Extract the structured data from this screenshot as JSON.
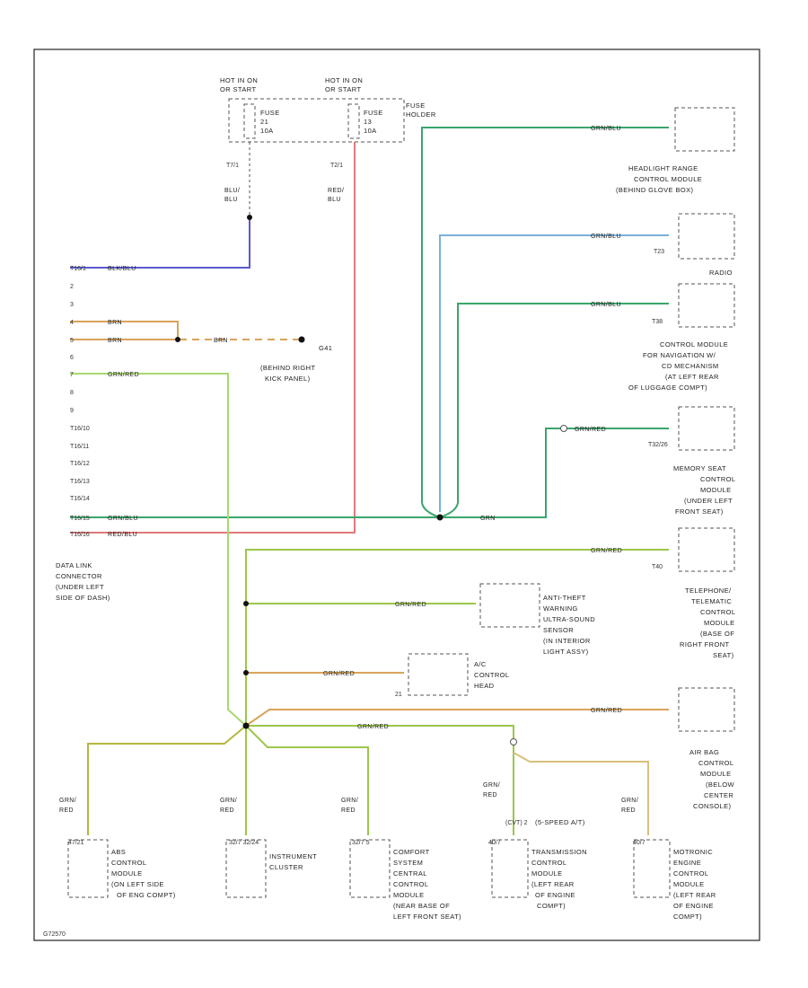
{
  "fuse_labels": {
    "hot_a": [
      "HOT IN ON",
      "OR START"
    ],
    "hot_b": [
      "HOT IN ON",
      "OR START"
    ],
    "fuse_a": [
      "FUSE",
      "21",
      "10A"
    ],
    "fuse_b": [
      "FUSE",
      "13",
      "10A"
    ],
    "fuse_holder": [
      "FUSE",
      "HOLDER"
    ],
    "pin_a": "T7/1",
    "pin_b": "T2/1",
    "wire_a": [
      "BLU/",
      "BLU"
    ],
    "wire_b": [
      "RED/",
      "BLU"
    ]
  },
  "dlc": {
    "pins": [
      "T16/1",
      "2",
      "3",
      "4",
      "5",
      "6",
      "7",
      "8",
      "9",
      "T16/10",
      "T16/11",
      "T16/12",
      "T16/13",
      "T16/14",
      "T16/15",
      "T16/16"
    ],
    "wires": {
      "p1": "BLK/BLU",
      "p4": "BRN",
      "p5": "BRN",
      "p7": "GRN/RED",
      "p15": "GRN/BLU",
      "p16": "RED/BLU"
    },
    "label": [
      "DATA LINK",
      "CONNECTOR",
      "(UNDER LEFT",
      "SIDE OF DASH)"
    ]
  },
  "ground": {
    "wire": "BRN",
    "name": [
      "G41",
      "(BEHIND RIGHT",
      "KICK PANEL)"
    ]
  },
  "modules": {
    "headlight": {
      "wire": "GRN/BLU",
      "label": [
        "HEADLIGHT RANGE",
        "CONTROL MODULE",
        "(BEHIND GLOVE BOX)"
      ]
    },
    "radio": {
      "wire": "GRN/BLU",
      "pin": "T23",
      "label": [
        "RADIO"
      ]
    },
    "navigation": {
      "wire": "GRN/BLU",
      "pin": "T38",
      "label": [
        "CONTROL MODULE",
        "FOR NAVIGATION W/",
        "CD MECHANISM",
        "(AT LEFT REAR",
        "OF LUGGAGE COMPT)"
      ]
    },
    "memory_seat": {
      "wire": "GRN/RED",
      "wire2": "GRN",
      "pin": "T32/26",
      "label": [
        "MEMORY SEAT",
        "CONTROL",
        "MODULE",
        "(UNDER LEFT",
        "FRONT SEAT)"
      ]
    },
    "telephone": {
      "wire": "GRN/RED",
      "pin": "T40",
      "label": [
        "TELEPHONE/",
        "TELEMATIC",
        "CONTROL",
        "MODULE",
        "(BASE OF",
        "RIGHT FRONT",
        "SEAT)"
      ]
    },
    "antitheft": {
      "wire": "GRN/RED",
      "label": [
        "ANTI-THEFT",
        "WARNING",
        "ULTRA-SOUND",
        "SENSOR",
        "(IN INTERIOR",
        "LIGHT ASSY)"
      ]
    },
    "ac": {
      "wire": "GRN/RED",
      "pin": "21",
      "label": [
        "A/C",
        "CONTROL",
        "HEAD"
      ]
    },
    "airbag": {
      "wire": "GRN/RED",
      "label": [
        "AIR BAG",
        "CONTROL",
        "MODULE",
        "(BELOW",
        "CENTER",
        "CONSOLE)"
      ]
    },
    "trunk_wire": "GRN/RED",
    "abs": {
      "wire": [
        "GRN/",
        "RED"
      ],
      "pin": "47/21",
      "label": [
        "ABS",
        "CONTROL",
        "MODULE",
        "(ON LEFT SIDE",
        "OF ENG COMPT)"
      ]
    },
    "cluster": {
      "wire": [
        "GRN/",
        "RED"
      ],
      "pin": "32/7 32/24",
      "label": [
        "INSTRUMENT",
        "CLUSTER"
      ]
    },
    "comfort": {
      "wire": [
        "GRN/",
        "RED"
      ],
      "pin": "32/7 5",
      "label": [
        "COMFORT",
        "SYSTEM",
        "CENTRAL",
        "CONTROL",
        "MODULE",
        "(NEAR BASE OF",
        "LEFT FRONT SEAT)"
      ]
    },
    "transmission": {
      "wire": [
        "GRN/",
        "RED"
      ],
      "pin": "(CVT)  2",
      "pin_b": "40/7",
      "note": "(5-SPEED A/T)",
      "label": [
        "TRANSMISSION",
        "CONTROL",
        "MODULE",
        "(LEFT REAR",
        "OF ENGINE",
        "COMPT)"
      ]
    },
    "engine": {
      "wire": [
        "GRN/",
        "RED"
      ],
      "pin": "40/7",
      "label": [
        "MOTRONIC",
        "ENGINE",
        "CONTROL",
        "MODULE",
        "(LEFT REAR",
        "OF ENGINE",
        "COMPT)"
      ]
    }
  },
  "footer_code": "G72570",
  "colors": {
    "frame": "#333333",
    "grn_blu": "#3aa56b",
    "blu_lite": "#7ab0d8",
    "blk_blu": "#5a5acd",
    "red_blu": "#e07a7a",
    "brn": "#d9a35a",
    "grn_red": "#9bc74a",
    "grn_red_light": "#a8d870"
  }
}
